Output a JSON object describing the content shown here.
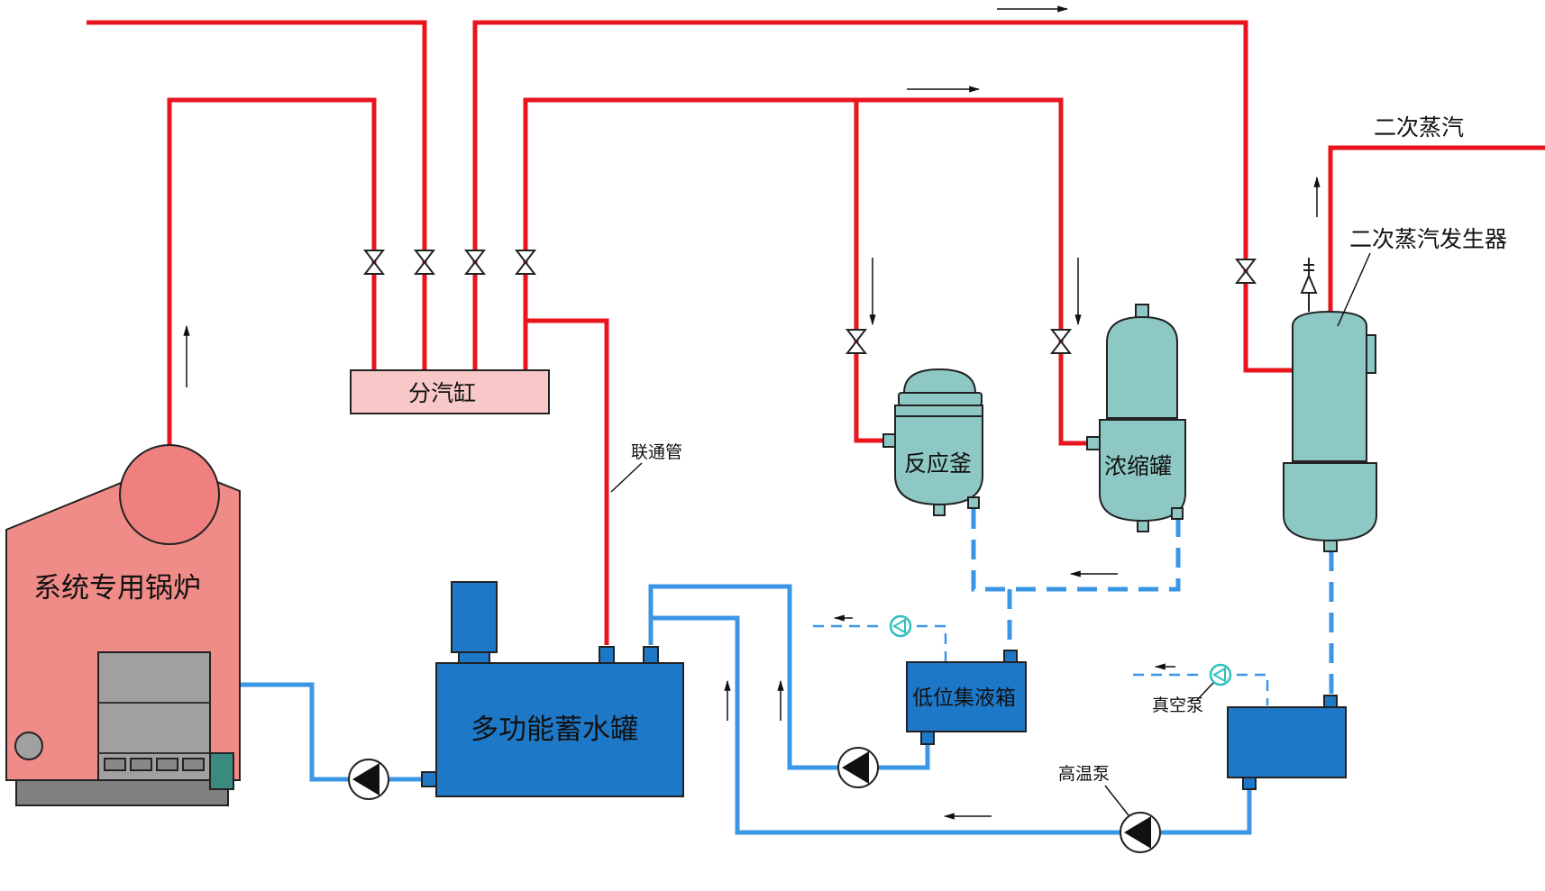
{
  "labels": {
    "boiler": "系统专用锅炉",
    "steam_header": "分汽缸",
    "connecting_pipe": "联通管",
    "water_tank": "多功能蓄水罐",
    "reactor": "反应釜",
    "concentrator": "浓缩罐",
    "secondary_steam": "二次蒸汽",
    "secondary_steam_generator": "二次蒸汽发生器",
    "collection_tank": "低位集液箱",
    "vacuum_pump": "真空泵",
    "high_temp_pump": "高温泵"
  },
  "colors": {
    "steam_pipe": "#e8141e",
    "water_pipe": "#3c96e6",
    "boiler_body": "#f08c88",
    "boiler_drum": "#f08080",
    "boiler_grate": "#a0a0a0",
    "boiler_base": "#808080",
    "header_fill": "#f8c8c8",
    "tank_blue": "#1e78c8",
    "vessel_teal": "#8ec8c4",
    "pump_ring": "#2ec0c0"
  },
  "icons": {
    "valve": "gate-valve-icon",
    "pump": "centrifugal-pump-icon",
    "vacuum_pump": "vacuum-pump-icon",
    "flow_arrow": "flow-arrow-icon"
  }
}
